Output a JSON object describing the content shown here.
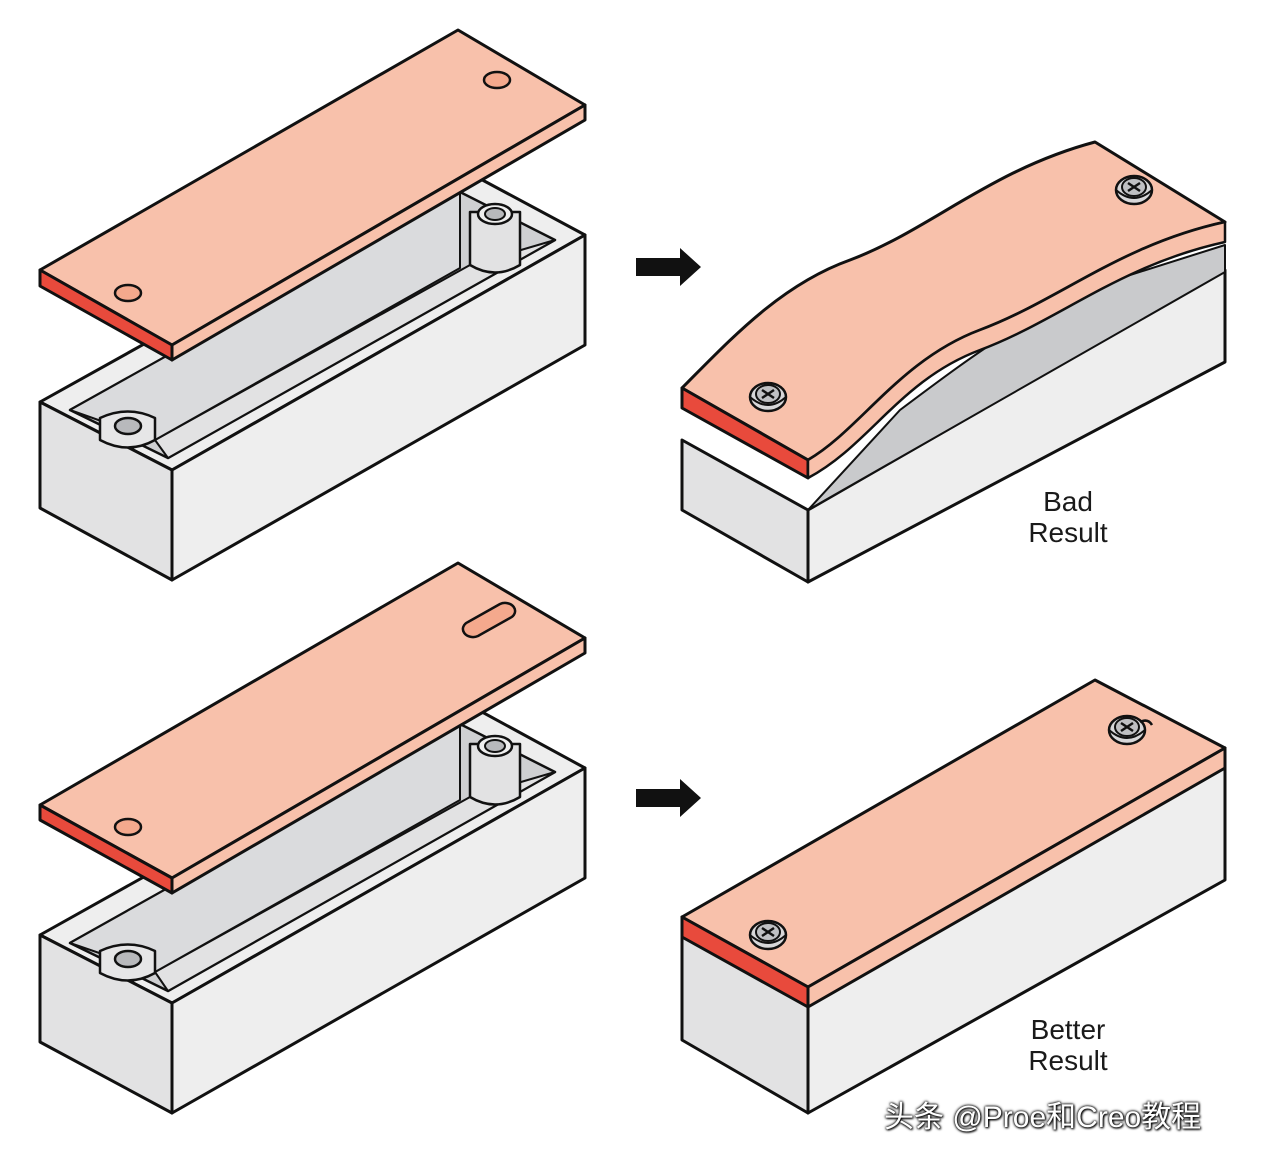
{
  "labels": {
    "bad": [
      "Bad",
      "Result"
    ],
    "better": [
      "Better",
      "Result"
    ]
  },
  "watermark": "头条 @Proe和Creo教程",
  "icons": {
    "arrow": "right-arrow-icon",
    "screw": "screw-icon"
  },
  "colors": {
    "lid_top": "#f8c1ab",
    "lid_edge": "#e84a3c",
    "box_light": "#eeeeee",
    "box_mid": "#e2e2e3",
    "box_dark": "#cfd0d2",
    "outline": "#111111"
  }
}
